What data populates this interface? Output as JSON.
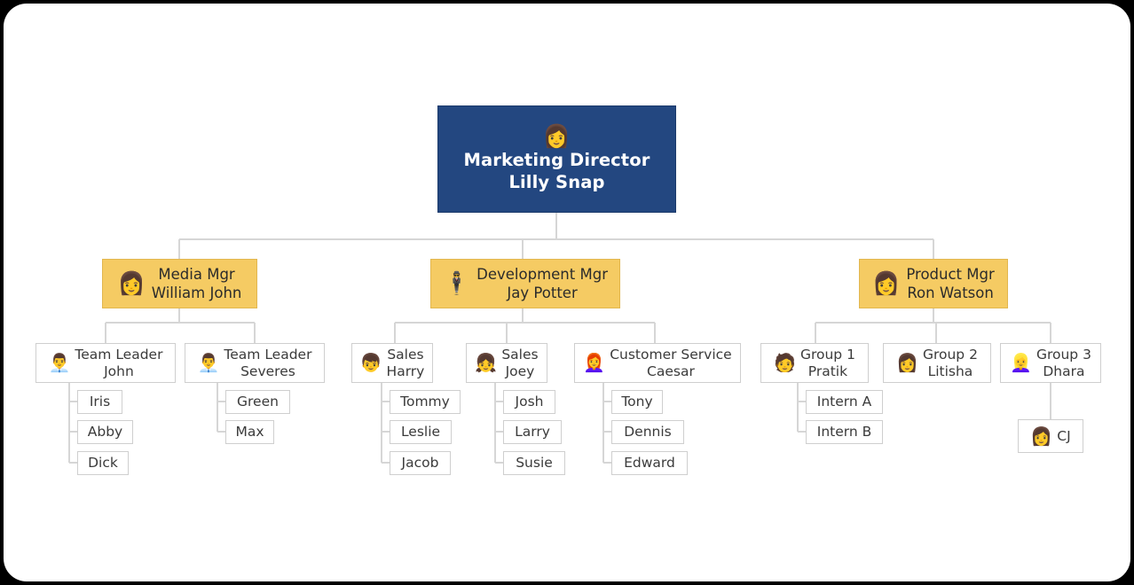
{
  "canvas": {
    "background": "#ffffff",
    "page_background": "#000000"
  },
  "colors": {
    "root_fill": "#234780",
    "root_text": "#ffffff",
    "manager_fill": "#f5cb63",
    "manager_border": "#e2b74f",
    "node_fill": "#ffffff",
    "node_border": "#cfcfcf",
    "node_text": "#3b3b3b",
    "link": "#d6d6d6"
  },
  "chart_data": {
    "type": "diagram",
    "diagram_type": "organizational-chart",
    "orientation": "top-down",
    "levels": 4,
    "node_count": 26
  },
  "org": {
    "root": {
      "id": "root",
      "title": "Marketing Director",
      "name": "Lilly Snap",
      "avatar": "woman-avatar",
      "avatar_glyph": "👩"
    },
    "managers": [
      {
        "id": "media-mgr",
        "title": "Media Mgr",
        "name": "William John",
        "avatar": "woman-avatar",
        "avatar_glyph": "👩"
      },
      {
        "id": "development-mgr",
        "title": "Development Mgr",
        "name": "Jay Potter",
        "avatar": "man-in-suit-avatar",
        "avatar_glyph": "🕴"
      },
      {
        "id": "product-mgr",
        "title": "Product Mgr",
        "name": "Ron Watson",
        "avatar": "woman-avatar",
        "avatar_glyph": "👩"
      }
    ],
    "supervisors": [
      {
        "id": "team-leader-john",
        "title": "Team Leader",
        "name": "John",
        "avatar": "businessman-avatar",
        "avatar_glyph": "👨‍💼",
        "reports": [
          "Iris",
          "Abby",
          "Dick"
        ]
      },
      {
        "id": "team-leader-severes",
        "title": "Team Leader",
        "name": "Severes",
        "avatar": "businessman-avatar",
        "avatar_glyph": "👨‍💼",
        "reports": [
          "Green",
          "Max"
        ]
      },
      {
        "id": "sales-harry",
        "title": "Sales",
        "name": "Harry",
        "avatar": "boy-avatar",
        "avatar_glyph": "👦",
        "reports": [
          "Tommy",
          "Leslie",
          "Jacob"
        ]
      },
      {
        "id": "sales-joey",
        "title": "Sales",
        "name": "Joey",
        "avatar": "girl-avatar",
        "avatar_glyph": "👧",
        "reports": [
          "Josh",
          "Larry",
          "Susie"
        ]
      },
      {
        "id": "customer-service-caesar",
        "title": "Customer Service",
        "name": "Caesar",
        "avatar": "woman-with-glasses-avatar",
        "avatar_glyph": "👩‍🦰",
        "reports": [
          "Tony",
          "Dennis",
          "Edward"
        ]
      },
      {
        "id": "group-1-pratik",
        "title": "Group 1",
        "name": "Pratik",
        "avatar": "person-with-glasses-avatar",
        "avatar_glyph": "🧑",
        "reports": [
          "Intern A",
          "Intern B"
        ]
      },
      {
        "id": "group-2-litisha",
        "title": "Group 2",
        "name": "Litisha",
        "avatar": "woman-avatar",
        "avatar_glyph": "👩",
        "reports": []
      },
      {
        "id": "group-3-dhara",
        "title": "Group 3",
        "name": "Dhara",
        "avatar": "blonde-woman-avatar",
        "avatar_glyph": "👱‍♀️",
        "reports": [
          "CJ"
        ]
      }
    ],
    "leaf_with_avatar": {
      "name": "CJ",
      "avatar": "woman-avatar",
      "avatar_glyph": "👩"
    }
  }
}
